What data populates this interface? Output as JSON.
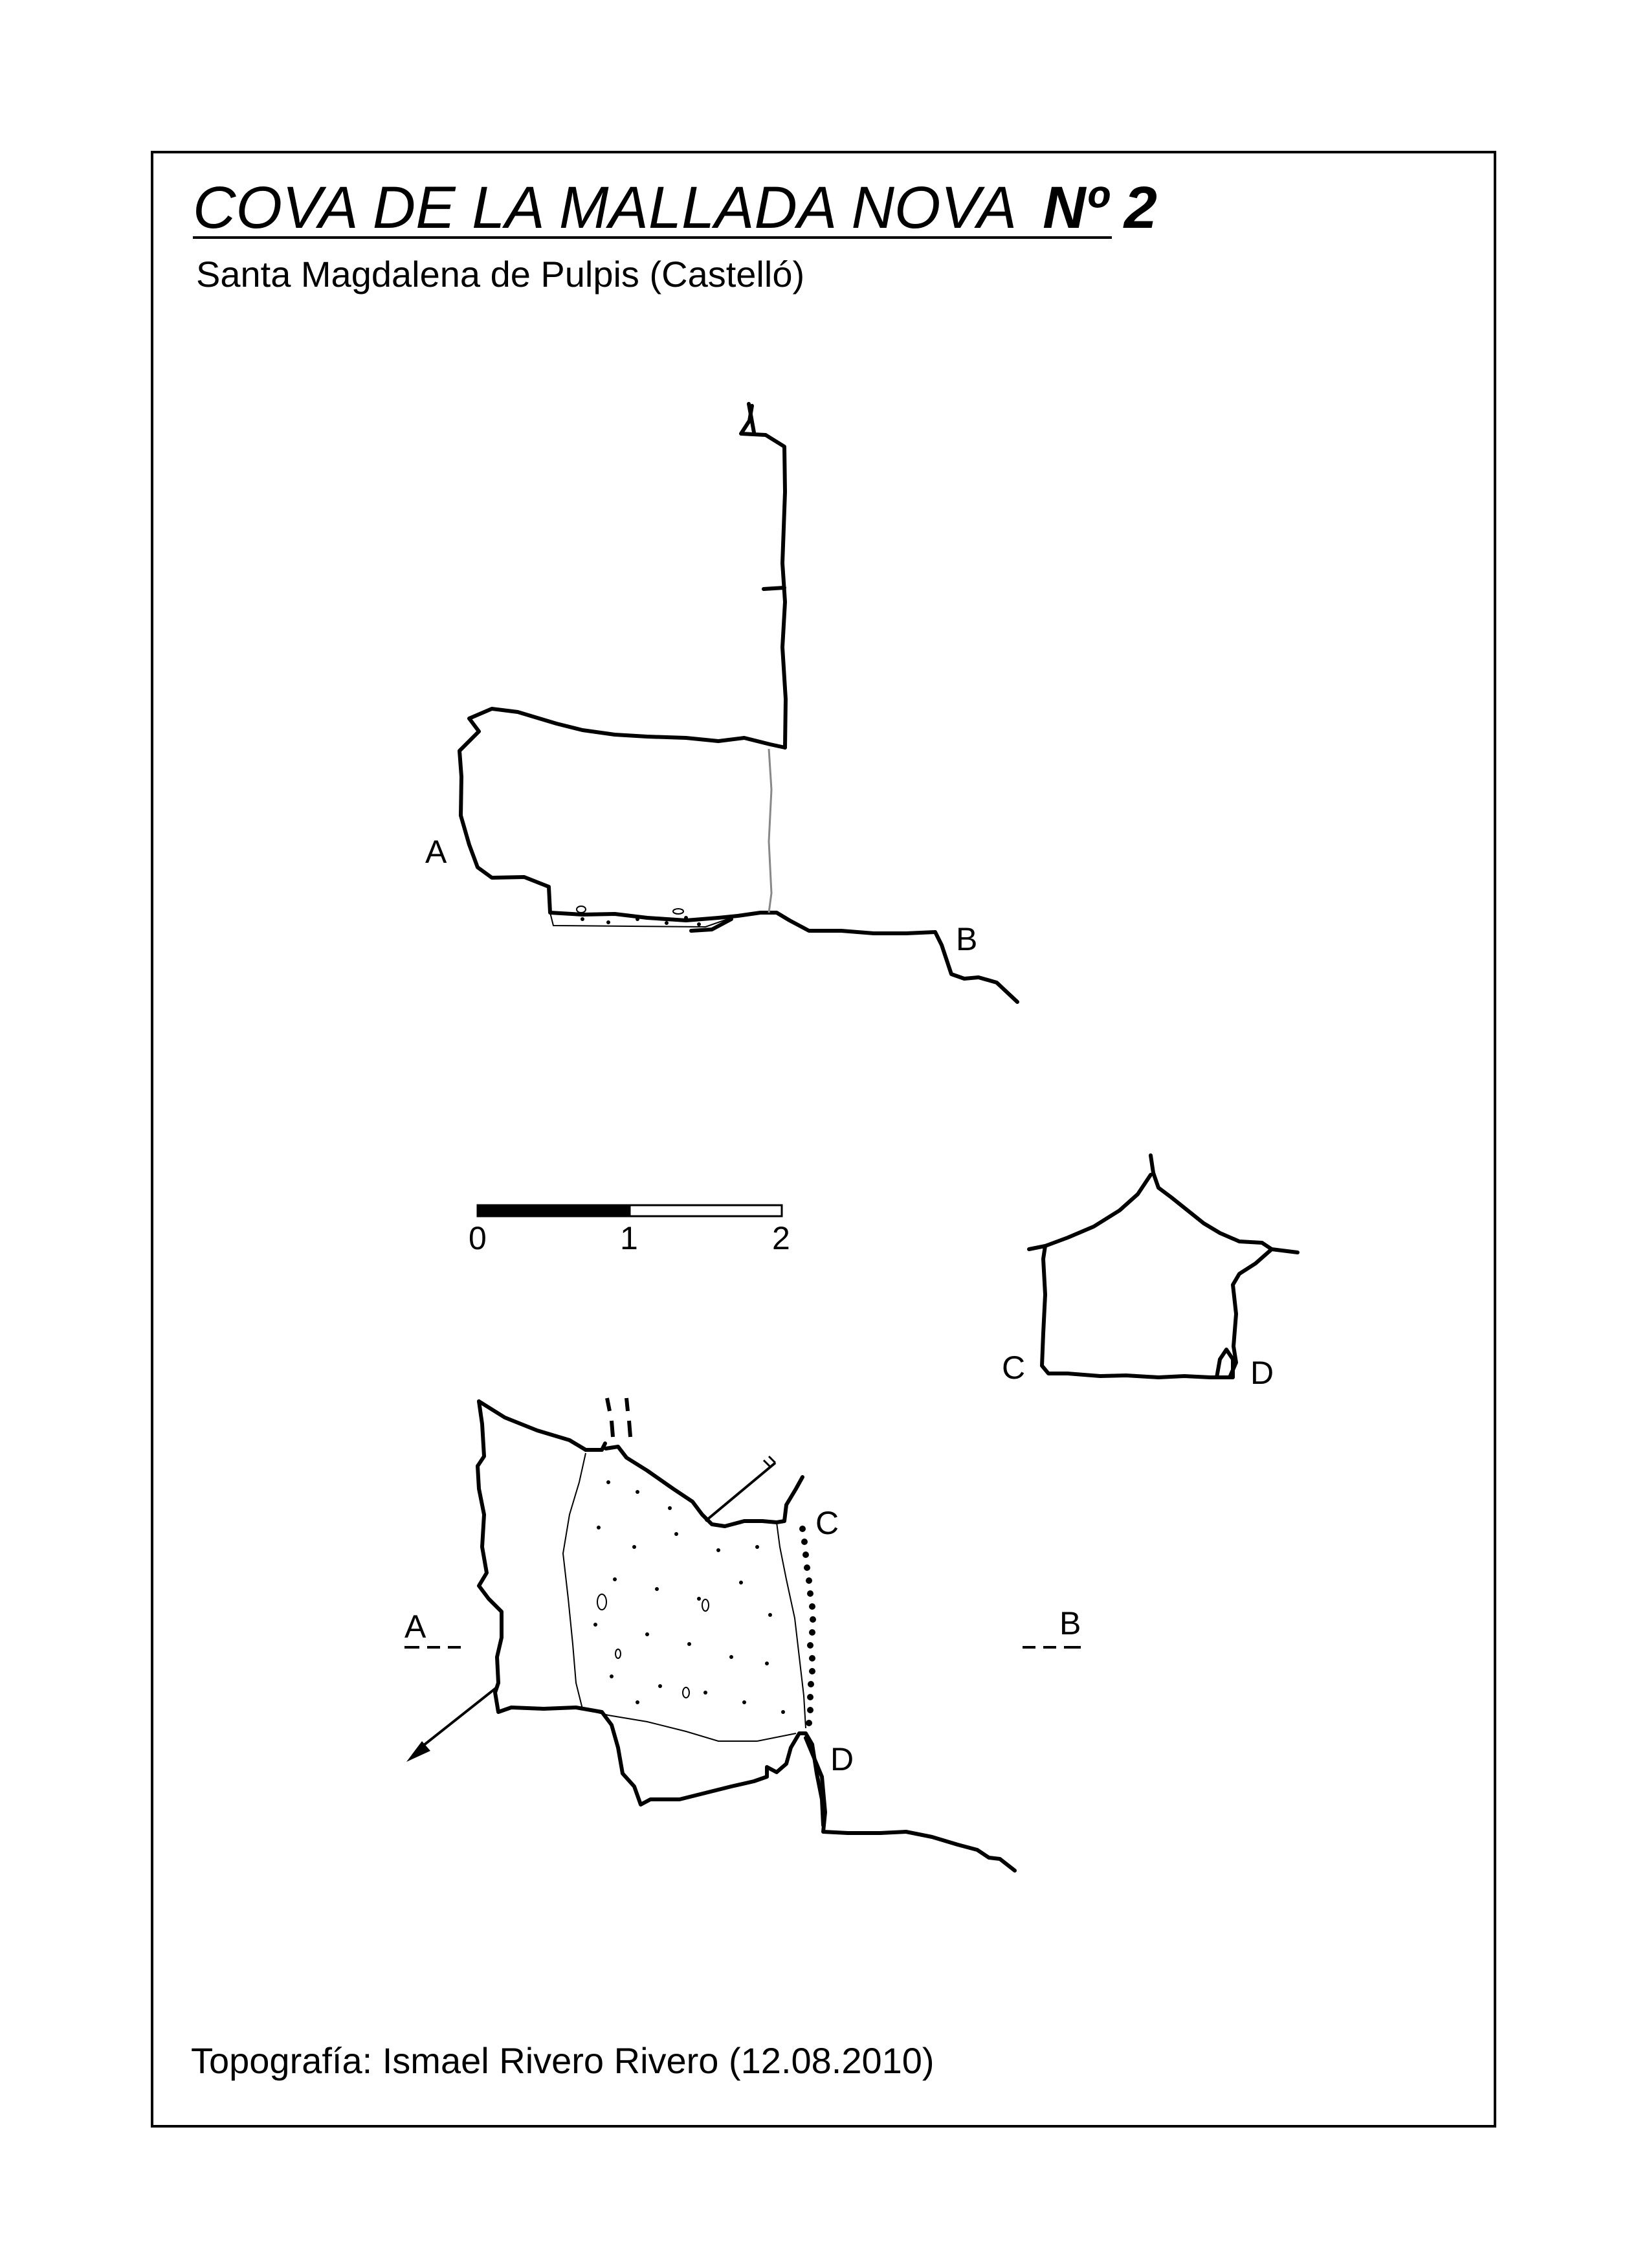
{
  "title": {
    "main": "COVA DE LA MALLADA NOVA",
    "number": "Nº 2"
  },
  "location": "Santa Magdalena de Pulpis (Castelló)",
  "credit": "Topografía: Ismael Rivero Rivero (12.08.2010)",
  "scale_bar": {
    "ticks": [
      "0",
      "1",
      "2"
    ]
  },
  "section_markers": {
    "profile_A": "A",
    "profile_B": "B",
    "section_C": "C",
    "section_D": "D",
    "plan_A": "A",
    "plan_B": "B",
    "plan_C": "C",
    "plan_D": "D"
  }
}
